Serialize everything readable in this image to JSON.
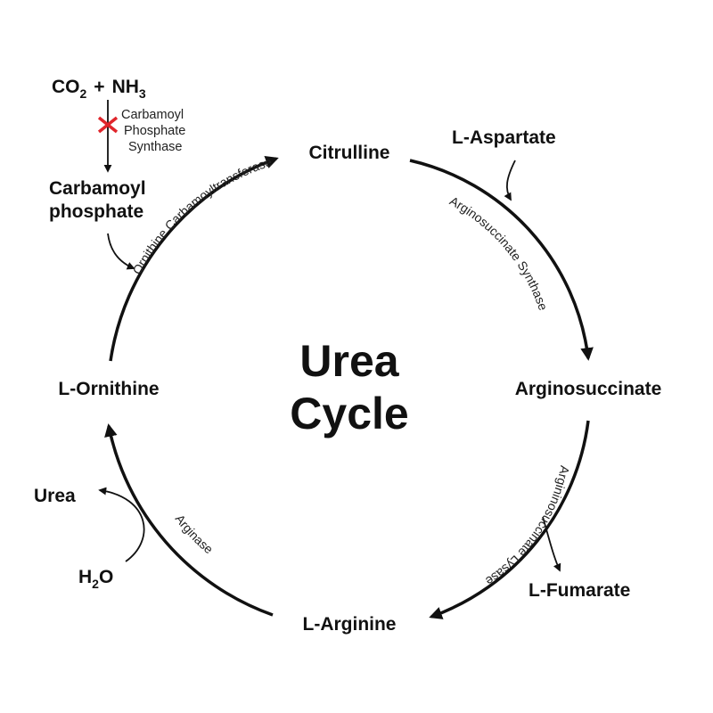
{
  "title": {
    "line1": "Urea",
    "line2": "Cycle"
  },
  "nodes": {
    "citrulline": "Citrulline",
    "arginosuccinate": "Arginosuccinate",
    "l_arginine": "L-Arginine",
    "l_ornithine": "L-Ornithine"
  },
  "enzymes": {
    "ornithine_carbamoyltransferase": "Ornithine Carbamoyltransferase",
    "arginosuccinate_synthase": "Arginosuccinate Synthase",
    "argininosuccinate_lyase": "Argininosuccinate Lysase",
    "arginase": "Arginase"
  },
  "inputs": {
    "co2": {
      "base": "CO",
      "sub": "2"
    },
    "plus": "+",
    "nh3": {
      "base": "NH",
      "sub": "3"
    },
    "cps_enzyme": [
      "Carbamoyl",
      "Phosphate",
      "Synthase"
    ],
    "carbamoyl_phosphate": [
      "Carbamoyl",
      "phosphate"
    ],
    "l_aspartate": "L-Aspartate"
  },
  "outputs": {
    "l_fumarate": "L-Fumarate",
    "urea": "Urea",
    "h2o": {
      "base": "H",
      "sub": "2",
      "tail": "O"
    }
  },
  "colors": {
    "inhibition_mark": "#e0252b",
    "ink": "#111111"
  }
}
